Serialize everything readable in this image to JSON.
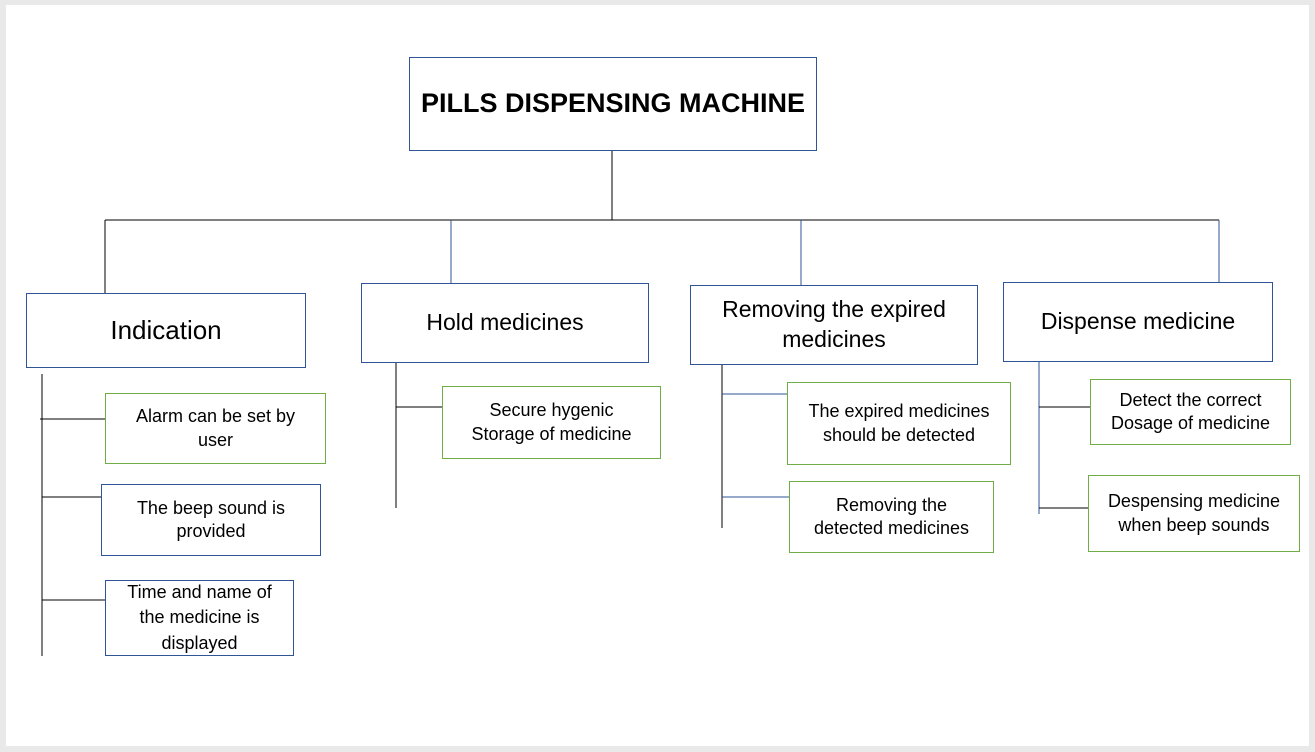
{
  "diagram": {
    "root": {
      "label": "PILLS DISPENSING MACHINE"
    },
    "categories": [
      {
        "label": "Indication",
        "items": [
          "Alarm can be set by\nuser",
          "The beep sound is\nprovided",
          "Time and name of\nthe medicine  is\ndisplayed"
        ]
      },
      {
        "label": "Hold medicines",
        "items": [
          "Secure hygenic\nStorage of medicine"
        ]
      },
      {
        "label": "Removing the expired\nmedicines",
        "items": [
          "The expired medicines\nshould be detected",
          "Removing the\ndetected medicines"
        ]
      },
      {
        "label": "Dispense medicine",
        "items": [
          "Detect the correct\nDosage of medicine",
          "Despensing medicine\nwhen beep sounds"
        ]
      }
    ]
  },
  "colors": {
    "blue_border": "#2f5597",
    "green_border": "#70ad47",
    "connector": "#000000"
  }
}
